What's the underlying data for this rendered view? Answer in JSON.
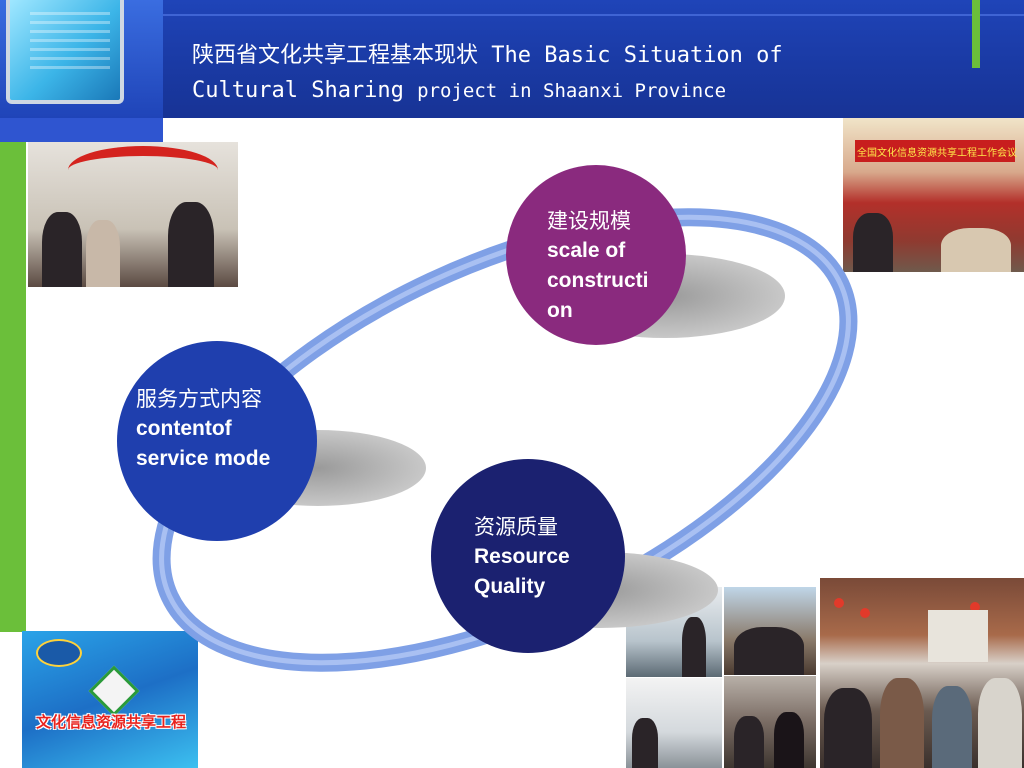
{
  "slide": {
    "title_zh": "陕西省文化共享工程基本现状",
    "title_en_line1": "The Basic Situation of",
    "title_en_line2a": "Cultural Sharing",
    "title_en_line2b": "project in Shaanxi Province"
  },
  "diagram": {
    "nodes": [
      {
        "zh": "建设规模",
        "en_line1": "scale of",
        "en_line2": "constructi",
        "en_line3": "on",
        "color": "#8a2a7e"
      },
      {
        "zh": "服务方式内容",
        "en_line1": "contentof",
        "en_line2": "service mode",
        "color": "#1f3fae"
      },
      {
        "zh": "资源质量",
        "en_line1": "Resource",
        "en_line2": "Quality",
        "color": "#1b2170"
      }
    ],
    "ring_color": "#7fa0e6"
  },
  "photos": {
    "meeting_banner": "全国文化信息资源共享工程工作会议",
    "logo_text": "文化信息资源共享工程"
  }
}
